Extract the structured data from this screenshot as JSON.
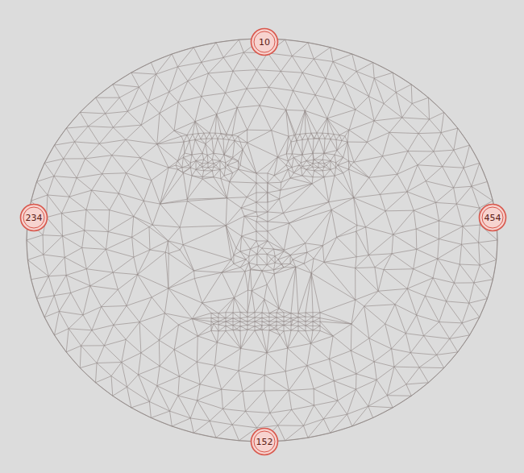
{
  "diagram": {
    "nodes": [
      {
        "text": [
          "10"
        ]
      },
      {
        "text": [
          "234"
        ]
      },
      {
        "text": [
          "454"
        ]
      },
      {
        "text": [
          "152"
        ]
      }
    ]
  }
}
